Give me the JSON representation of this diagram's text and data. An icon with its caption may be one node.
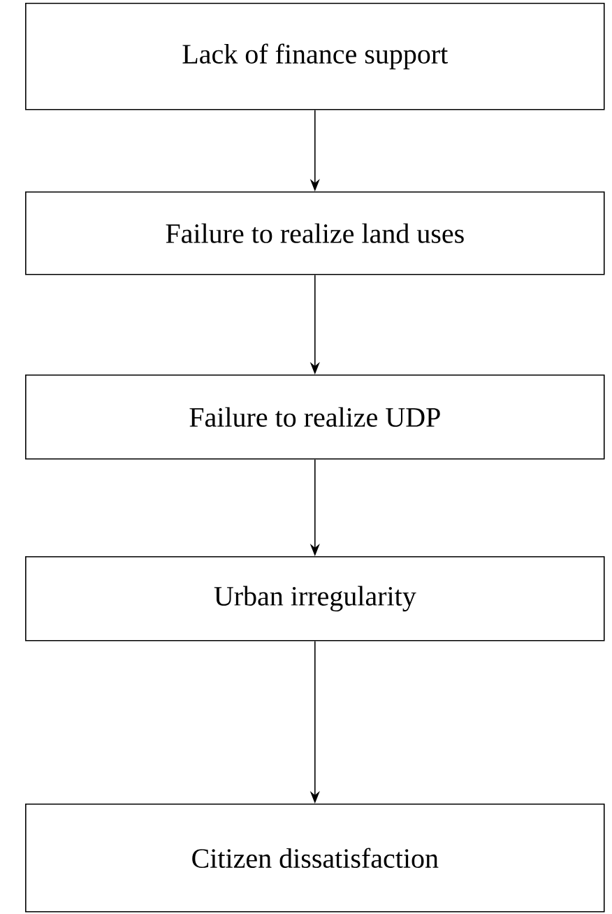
{
  "diagram": {
    "nodes": [
      {
        "text": [
          "Lack of finance support"
        ]
      },
      {
        "text": [
          "Failure to realize land uses"
        ]
      },
      {
        "text": [
          "Failure to realize UDP"
        ]
      },
      {
        "text": [
          "Urban irregularity"
        ]
      },
      {
        "text": [
          "Citizen dissatisfaction"
        ]
      }
    ],
    "edges": [
      {
        "from": 0,
        "to": 1,
        "arrow": "to"
      },
      {
        "from": 1,
        "to": 2,
        "arrow": "to"
      },
      {
        "from": 2,
        "to": 3,
        "arrow": "to"
      },
      {
        "from": 3,
        "to": 4,
        "arrow": "to"
      }
    ]
  }
}
